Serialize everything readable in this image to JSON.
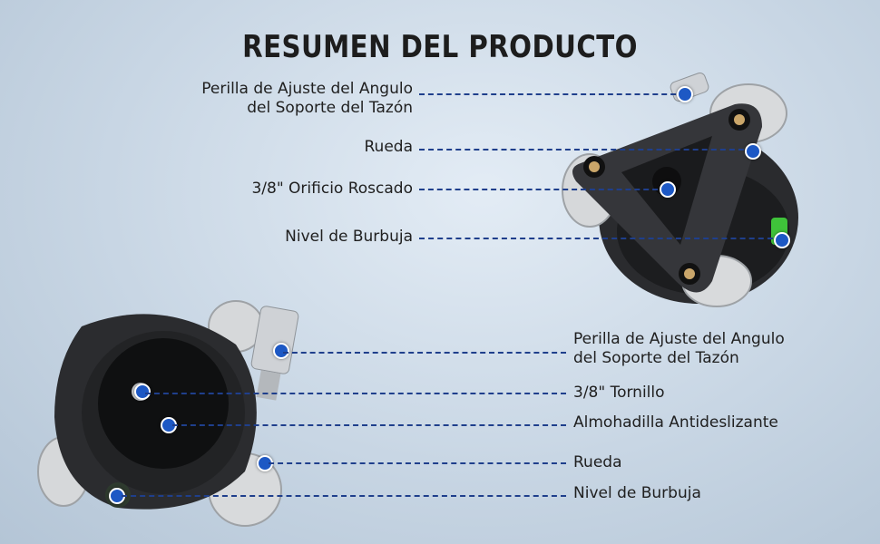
{
  "title": "RESUMEN DEL PRODUCTO",
  "top_device": {
    "labels": [
      "Perilla de Ajuste del Angulo\ndel Soporte del Tazón",
      "Rueda",
      "3/8\" Orificio Roscado",
      "Nivel de Burbuja"
    ]
  },
  "bottom_device": {
    "labels": [
      "Perilla de Ajuste del Angulo\ndel Soporte del Tazón",
      "3/8\" Tornillo",
      "Almohadilla Antideslizante",
      "Rueda",
      "Nivel de Burbuja"
    ]
  },
  "colors": {
    "callout_line": "#1f3f8c",
    "callout_dot": "#1d58c4",
    "bubble_level": "#3fc23a"
  }
}
